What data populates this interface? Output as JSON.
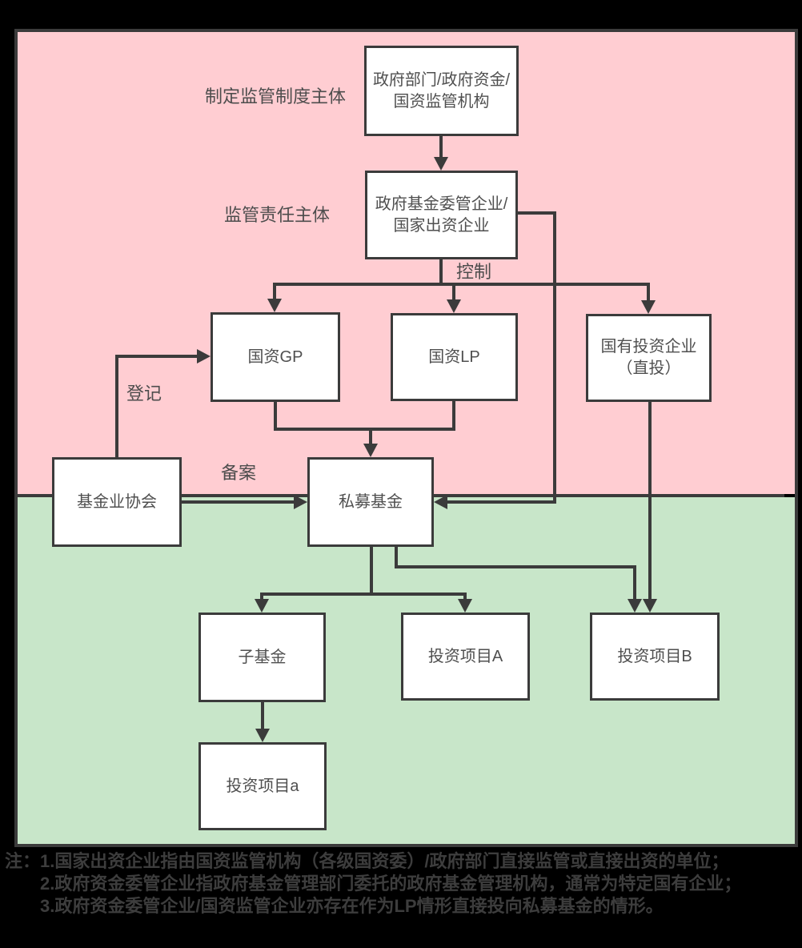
{
  "colors": {
    "background": "#000000",
    "pink_region": "#ffcdd2",
    "green_region": "#c8e6c9",
    "line": "#3b3b3b",
    "box_fill": "#ffffff",
    "box_text": "#4f4f4f",
    "note_text": "#3d3d3d"
  },
  "side_labels": {
    "policy_maker": "制定监管制度主体",
    "supervisor": "监管责任主体"
  },
  "edge_labels": {
    "control": "控制",
    "register": "登记",
    "filing": "备案"
  },
  "nodes": {
    "gov_dept": {
      "label": "政府部门/政府资金/国资监管机构"
    },
    "gov_fund_entrusted": {
      "label": "政府基金委管企业/国家出资企业"
    },
    "soe_gp": {
      "label": "国资GP"
    },
    "soe_lp": {
      "label": "国资LP"
    },
    "soe_direct": {
      "label": "国有投资企业\n（直投）"
    },
    "fund_assoc": {
      "label": "基金业协会"
    },
    "private_fund": {
      "label": "私募基金"
    },
    "sub_fund": {
      "label": "子基金"
    },
    "project_a": {
      "label": "投资项目A"
    },
    "project_b": {
      "label": "投资项目B"
    },
    "project_a_small": {
      "label": "投资项目a"
    }
  },
  "notes": {
    "prefix": "注：",
    "items": [
      "1.国家出资企业指由国资监管机构（各级国资委）/政府部门直接监管或直接出资的单位；",
      "2.政府资金委管企业指政府基金管理部门委托的政府基金管理机构，通常为特定国有企业；",
      "3.政府资金委管企业/国资监管企业亦存在作为LP情形直接投向私募基金的情形。"
    ]
  }
}
